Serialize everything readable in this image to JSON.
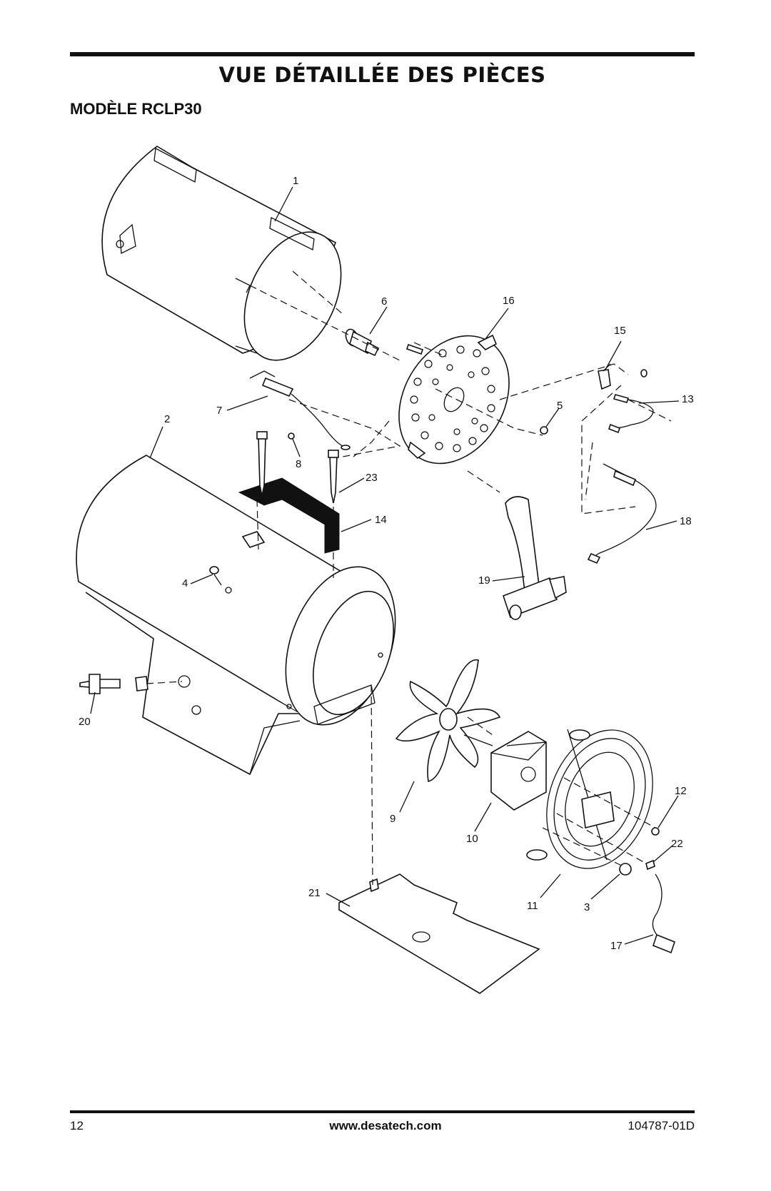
{
  "page": {
    "title": "VUE DÉTAILLÉE DES PIÈCES",
    "subtitle": "MODÈLE RCLP30"
  },
  "diagram": {
    "callouts": [
      "1",
      "2",
      "3",
      "4",
      "5",
      "6",
      "7",
      "8",
      "9",
      "10",
      "11",
      "12",
      "13",
      "14",
      "15",
      "16",
      "17",
      "18",
      "19",
      "20",
      "21",
      "22",
      "23"
    ]
  },
  "footer": {
    "page_number": "12",
    "website": "www.desatech.com",
    "doc_number": "104787-01D"
  }
}
